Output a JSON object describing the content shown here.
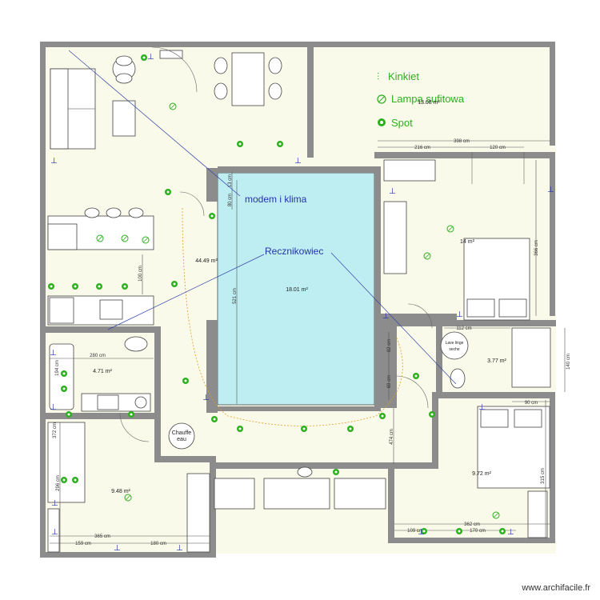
{
  "colors": {
    "floor": "#fafaea",
    "pool": "#bfeef2",
    "wall": "#8c8c8c",
    "light": "#2db01e",
    "annotation": "#2233aa"
  },
  "legend": [
    {
      "label": "Kinkiet",
      "icon": "kinkiet-icon"
    },
    {
      "label": "Lampa sufitowa",
      "icon": "ceiling-lamp-icon"
    },
    {
      "label": "Spot",
      "icon": "spot-icon"
    }
  ],
  "annotations": {
    "modem": "modem i klima",
    "towel": "Recznikowiec"
  },
  "rooms": {
    "storage": "13.08 m²",
    "bedroom_top": "14 m²",
    "living": "44.49 m²",
    "patio": "18.01 m²",
    "bathroom_left": "4.71 m²",
    "bathroom_right": "3.77 m²",
    "bedroom_right": "9.72 m²",
    "bedroom_left": "9.48 m²"
  },
  "dimensions": {
    "d398": "398 cm",
    "d216": "216 cm",
    "d120": "120 cm",
    "d366": "366 cm",
    "d80": "80 cm",
    "d13": "13 cm",
    "d100": "100 cm",
    "d521": "521 cm",
    "d280": "280 cm",
    "d194": "194 cm",
    "d372": "372 cm",
    "d296": "296 cm",
    "d365": "365 cm",
    "d159": "159 cm",
    "d180": "180 cm",
    "d82": "82 cm",
    "d69": "69 cm",
    "d474": "474 cm",
    "d112": "112 cm",
    "d140": "140 cm",
    "d90": "90 cm",
    "d315": "315 cm",
    "d362": "362 cm",
    "d109": "109 cm",
    "d170": "170 cm"
  },
  "fixtures": {
    "boiler": [
      "Chauffe",
      "eau"
    ],
    "washer": [
      "Lave linge",
      "seche"
    ]
  },
  "watermark": "www.archifacile.fr"
}
